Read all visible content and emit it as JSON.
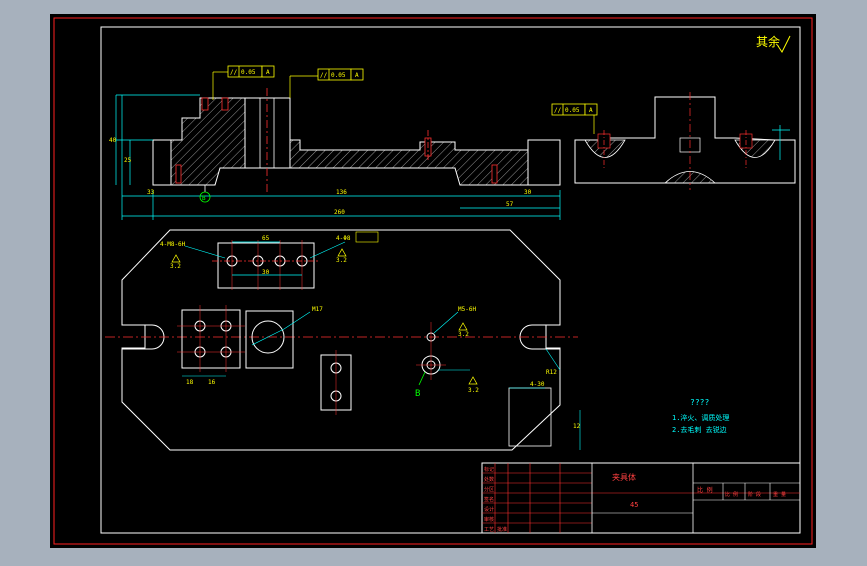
{
  "sheet": {
    "rough_symbol": "其余",
    "title_block_name": "夹具体",
    "title_block_material": "45",
    "title_block_scale_label": "比 例",
    "title_block_labels": [
      "标记",
      "处数",
      "分区",
      "签名",
      "设计",
      "审核",
      "工艺",
      "批准"
    ],
    "title_block_right_labels": [
      "阶 段",
      "重 量",
      "比 例"
    ]
  },
  "front_view": {
    "dims": {
      "d_parallel_1": "0.05",
      "datum_A": "A",
      "d_parallel_2": "0.05",
      "height_left": "40",
      "height_step": "25",
      "w_left": "33",
      "w_mid": "136",
      "w_right": "30",
      "w_total": "260",
      "w_right2": "57"
    },
    "datum_B": "B"
  },
  "side_view": {
    "d_parallel": "0.05",
    "datum": "A"
  },
  "top_view": {
    "hole_note_1": "4-M8-6H",
    "hole_note_2": "4-Φ8",
    "ra_1": "3.2",
    "ra_2": "3.2",
    "dim_65": "65",
    "dim_30": "30",
    "dim_m17": "M17",
    "dim_m5": "M5-6H",
    "ra_3": "3.2",
    "ra_4": "3.2",
    "dim_18": "18",
    "dim_16": "16",
    "dim_45": "4-30",
    "dim_12": "12",
    "dim_r": "R12",
    "datum_B": "B"
  },
  "notes": {
    "heading": "????",
    "line1": "1.淬火、调质处理",
    "line2": "2.去毛刺 去锐边"
  }
}
